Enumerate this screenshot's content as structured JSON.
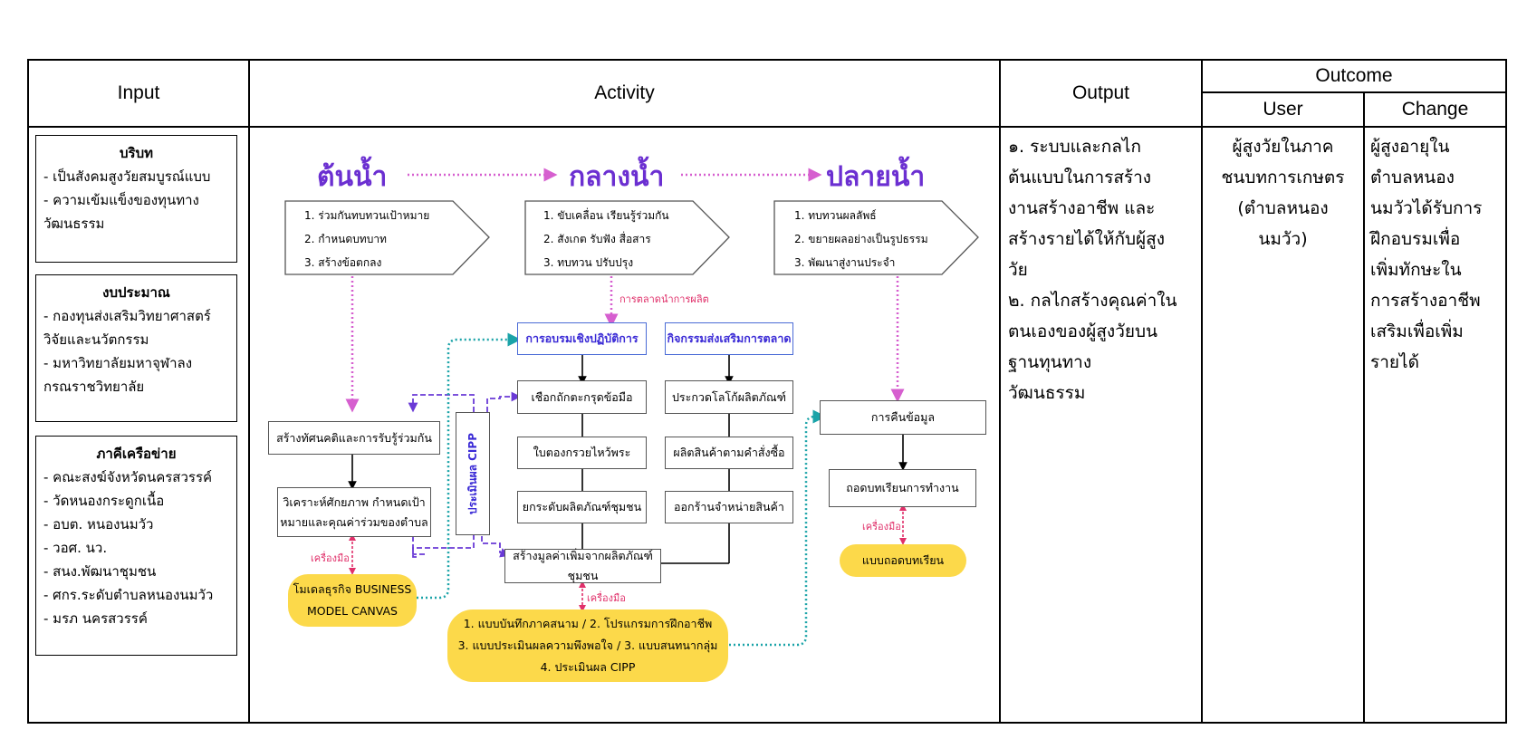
{
  "headers": {
    "input": "Input",
    "activity": "Activity",
    "output": "Output",
    "outcome": "Outcome",
    "user": "User",
    "change": "Change"
  },
  "input_boxes": [
    {
      "title": "บริบท",
      "items": "-  เป็นสังคมสูงวัยสมบูรณ์แบบ\n-  ความเข้มแข็งของทุนทาง\n    วัฒนธรรม"
    },
    {
      "title": "งบประมาณ",
      "items": "-  กองทุนส่งเสริมวิทยาศาสตร์\n    วิจัยและนวัตกรรม\n- มหาวิทยาลัยมหาจุฬาลง\n    กรณราชวิทยาลัย"
    },
    {
      "title": "ภาคีเครือข่าย",
      "items": "- คณะสงฆ์จังหวัดนครสวรรค์\n- วัดหนองกระดูกเนื้อ\n- อบต. หนองนมวัว\n- วอศ. นว.\n- สนง.พัฒนาชุมชน\n- ศกร.ระดับตำบลหนองนมวัว\n- มรภ นครสวรรค์"
    }
  ],
  "stages": {
    "upstream": {
      "title": "ต้นน้ำ",
      "items": "1. ร่วมกันทบทวนเป้าหมาย\n2. กำหนดบทบาท\n3. สร้างข้อตกลง"
    },
    "midstream": {
      "title": "กลางน้ำ",
      "items": "1. ขับเคลื่อน เรียนรู้ร่วมกัน\n2. สังเกต รับฟัง สื่อสาร\n3. ทบทวน ปรับปรุง"
    },
    "downstream": {
      "title": "ปลายน้ำ",
      "items": "1. ทบทวนผลลัพธ์\n2. ขยายผลอย่างเป็นรูปธรรม\n3. พัฒนาสู่งานประจำ"
    }
  },
  "flow": {
    "market_note": "การตลาดนำการผลิต",
    "workshop": "การอบรมเชิงปฏิบัติการ",
    "marketing": "กิจกรรมส่งเสริมการตลาด",
    "mindset": "สร้างทัศนคติและการรับรู้ร่วมกัน",
    "analysis": "วิเคราะห์ศักยภาพ กำหนดเป้า\nหมายและคุณค่าร่วมของตำบล",
    "cipp_vertical": "ประเมินผล CIPP",
    "rope": "เชือกถักตะกรุดข้อมือ",
    "leaf": "ใบตองกรวยไหว้พระ",
    "upgrade": "ยกระดับผลิตภัณฑ์ชุมชน",
    "logo": "ประกวดโลโก้ผลิตภัณฑ์",
    "produce": "ผลิตสินค้าตามคำสั่งซื้อ",
    "sell": "ออกร้านจำหน่ายสินค้า",
    "value_add": "สร้างมูลค่าเพิ่มจากผลิตภัณฑ์ชุมชน",
    "return_data": "การคืนข้อมูล",
    "lessons": "ถอดบทเรียนการทำงาน",
    "tool_label": "เครื่องมือ",
    "bmc_pill": "โมเดลธุรกิจ BUSINESS\nMODEL CANVAS",
    "tools_pill": "1. แบบบันทึกภาคสนาม / 2. โปรแกรมการฝึกอาชีพ\n3. แบบประเมินผลความพึงพอใจ / 3. แบบสนทนากลุ่ม\n4. ประเมินผล CIPP",
    "lesson_pill": "แบบถอดบทเรียน"
  },
  "output_text": "๑. ระบบและกลไก\n    ต้นแบบในการสร้าง\n    งานสร้างอาชีพ และ\n    สร้างรายได้ให้กับผู้สูง\n    วัย\n๒. กลไกสร้างคุณค่าใน\n    ตนเองของผู้สูงวัยบน\n    ฐานทุนทาง\n    วัฒนธรรม",
  "user_text": "ผู้สูงวัยในภาค\nชนบทการเกษตร\n(ตำบลหนอง\nนมวัว)",
  "change_text": "ผู้สูงอายุใน\nตำบลหนอง\nนมวัวได้รับการ\nฝึกอบรมเพื่อ\nเพิ่มทักษะใน\nการสร้างอาชีพ\nเสริมเพื่อเพิ่ม\nรายได้",
  "colors": {
    "purple": "#6b2fd1",
    "pink": "#d65fcf",
    "teal": "#1aa3a8",
    "red": "#e0306a",
    "yellow": "#fcd94a",
    "violet": "#6a3ad6"
  }
}
